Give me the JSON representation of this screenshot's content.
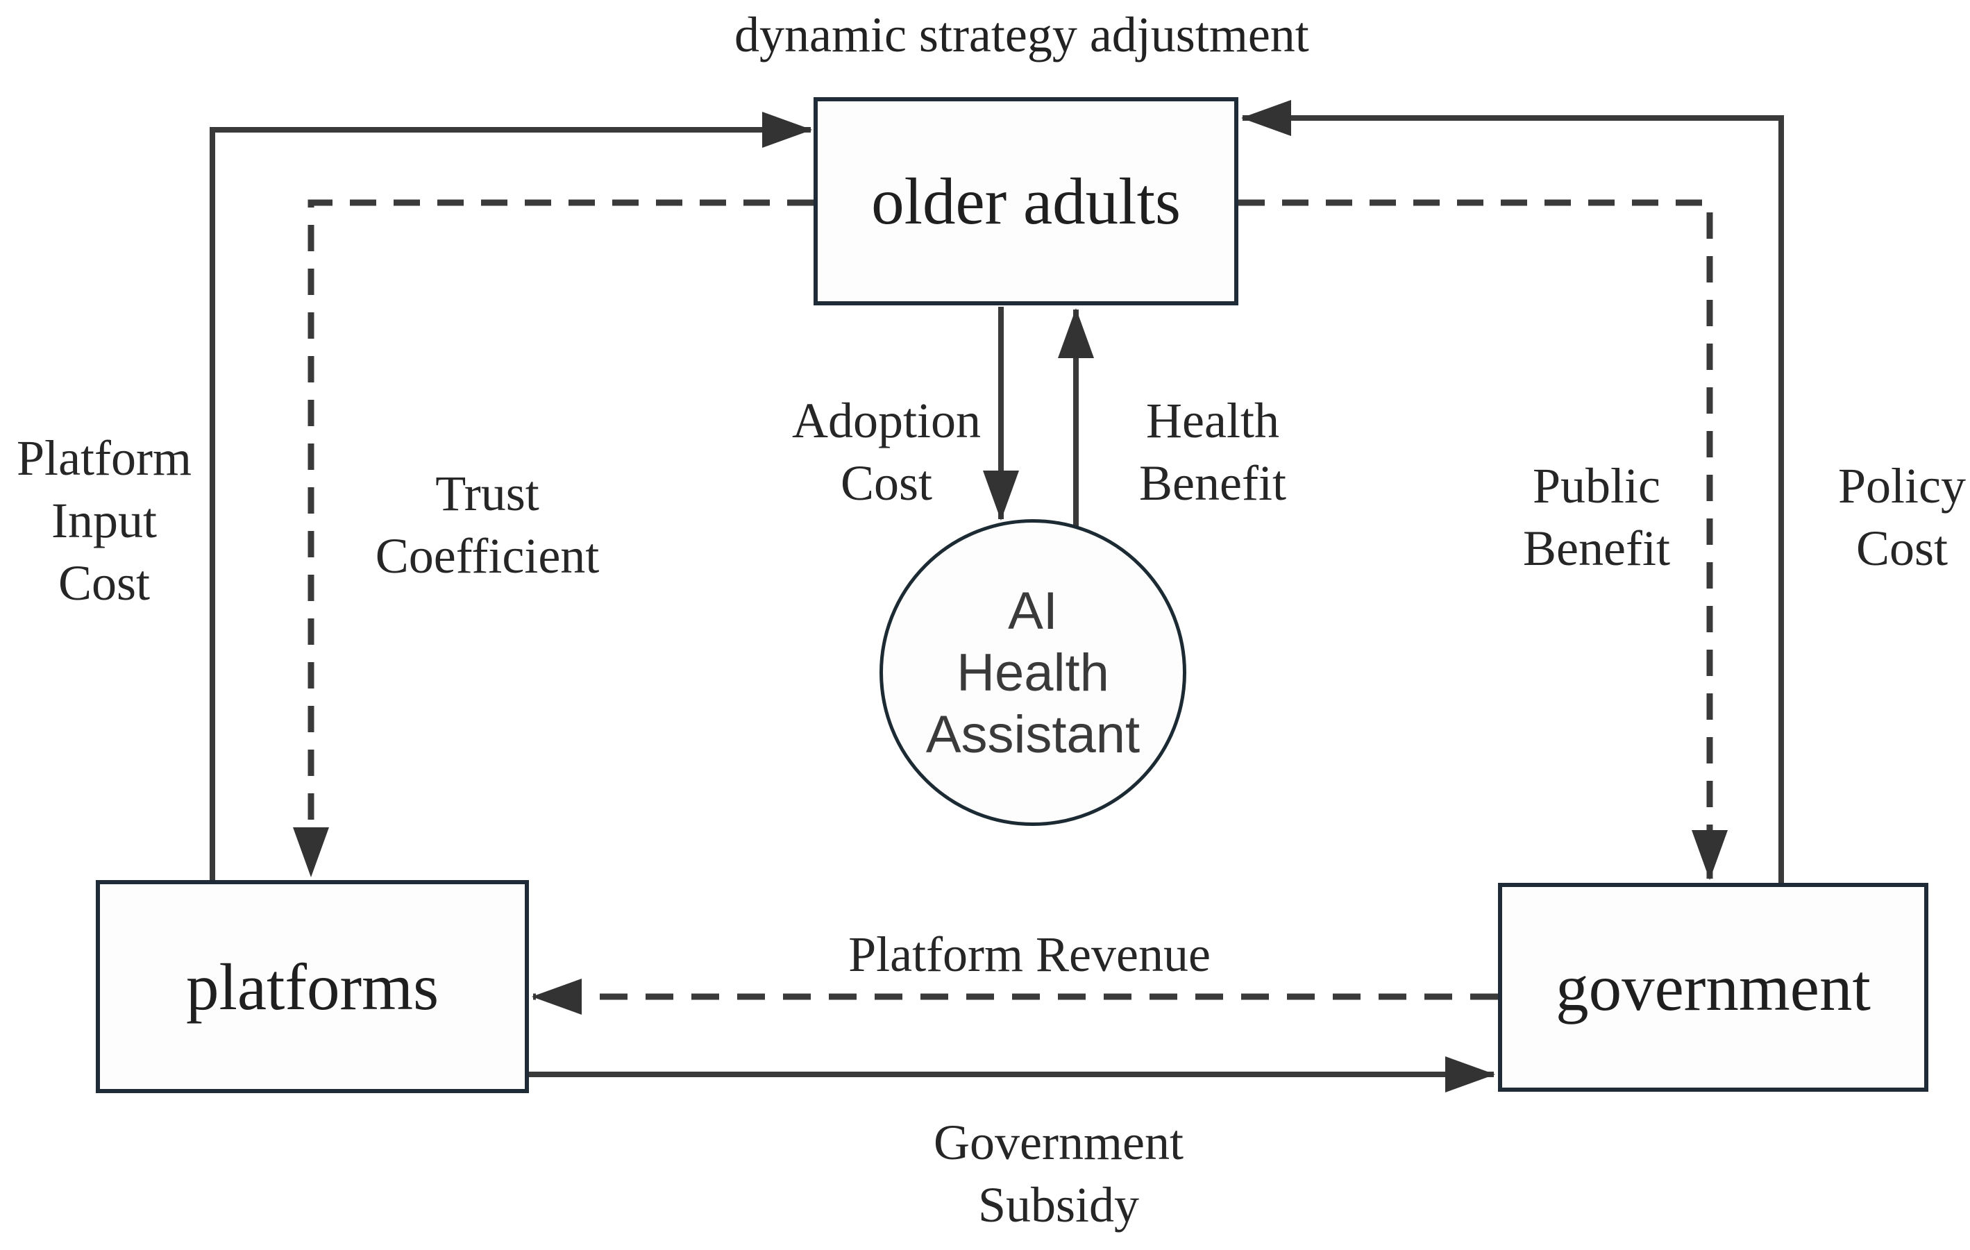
{
  "diagram": {
    "title": "dynamic strategy adjustment",
    "nodes": {
      "older_adults": {
        "label": "older adults",
        "shape": "rect"
      },
      "platforms": {
        "label": "platforms",
        "shape": "rect"
      },
      "government": {
        "label": "government",
        "shape": "rect"
      },
      "ai_health_assistant": {
        "shape": "circle",
        "label_lines": [
          "AI",
          "Health",
          "Assistant"
        ]
      }
    },
    "edges": [
      {
        "id": "platform-input-cost",
        "from": "platforms",
        "to": "older_adults",
        "style": "solid",
        "label_lines": [
          "Platform",
          "Input",
          "Cost"
        ]
      },
      {
        "id": "trust-coefficient",
        "from": "older_adults",
        "to": "platforms",
        "style": "dashed",
        "label_lines": [
          "Trust",
          "Coefficient"
        ]
      },
      {
        "id": "adoption-cost",
        "from": "older_adults",
        "to": "ai_health_assistant",
        "style": "solid",
        "label_lines": [
          "Adoption",
          "Cost"
        ]
      },
      {
        "id": "health-benefit",
        "from": "ai_health_assistant",
        "to": "older_adults",
        "style": "solid",
        "label_lines": [
          "Health",
          "Benefit"
        ]
      },
      {
        "id": "public-benefit",
        "from": "older_adults",
        "to": "government",
        "style": "dashed",
        "label_lines": [
          "Public",
          "Benefit"
        ]
      },
      {
        "id": "policy-cost",
        "from": "government",
        "to": "older_adults",
        "style": "solid",
        "label_lines": [
          "Policy",
          "Cost"
        ]
      },
      {
        "id": "platform-revenue",
        "from": "government",
        "to": "platforms",
        "style": "dashed",
        "label_lines": [
          "Platform Revenue"
        ]
      },
      {
        "id": "government-subsidy",
        "from": "platforms",
        "to": "government",
        "style": "solid",
        "label_lines": [
          "Government",
          "Subsidy"
        ]
      }
    ],
    "colors": {
      "line": "#3a3a3a",
      "arrowhead": "#333333",
      "box_border": "#1f2b36",
      "text": "#262626",
      "background": "#ffffff"
    }
  }
}
